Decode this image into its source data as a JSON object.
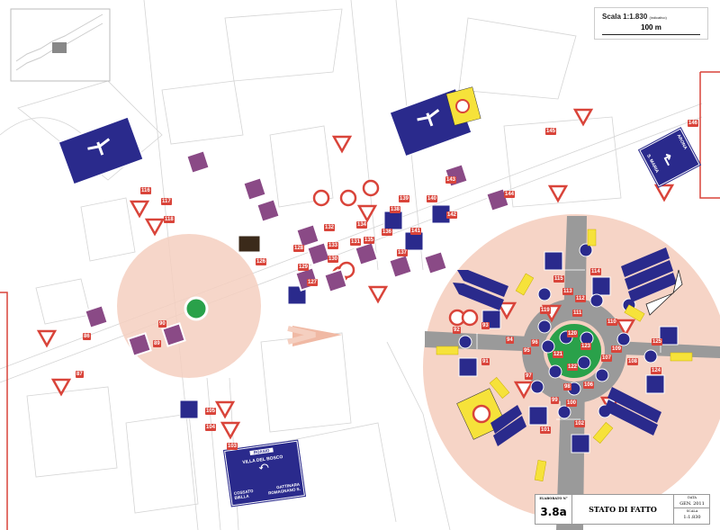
{
  "scale_box": {
    "title": "Scala 1:1.830",
    "note": "(indicativo)",
    "distance": "100 m"
  },
  "title_block": {
    "elaborato_label": "ELABORATO N°",
    "elaborato": "3.8a",
    "title": "STATO DI FATTO",
    "data_label": "DATA",
    "data": "GEN. 2011",
    "scala_label": "SCALA",
    "scala": "1:1.830"
  },
  "direction_signs": {
    "bottom": {
      "top": "ROASIO",
      "north": "VILLA DEL BOSCO",
      "west": [
        "COSSATO",
        "BIELLA"
      ],
      "east": [
        "GATTINARA",
        "ROMAGNANO S."
      ]
    },
    "right": {
      "left": "S. MARIA",
      "right": "ARONA"
    }
  },
  "sign_labels": [
    "86",
    "87",
    "89",
    "90",
    "91",
    "92",
    "93",
    "94",
    "95",
    "96",
    "97",
    "98",
    "99",
    "100",
    "101",
    "102",
    "103",
    "104",
    "105",
    "106",
    "107",
    "108",
    "109",
    "110",
    "111",
    "112",
    "113",
    "114",
    "115",
    "116",
    "117",
    "118",
    "119",
    "120",
    "121",
    "122",
    "123",
    "124",
    "125",
    "126",
    "127",
    "128",
    "129",
    "130",
    "131",
    "132",
    "133",
    "134",
    "135",
    "136",
    "137",
    "138",
    "139",
    "140",
    "141",
    "142",
    "143",
    "144",
    "145",
    "146"
  ],
  "colors": {
    "zone": "#f5cfc0",
    "sign_blue": "#2a2a8c",
    "label_red": "#d9443a",
    "frame_red": "#d9443a",
    "roundabout_green": "#2aa14a",
    "road_grey": "#9a9a9a"
  }
}
